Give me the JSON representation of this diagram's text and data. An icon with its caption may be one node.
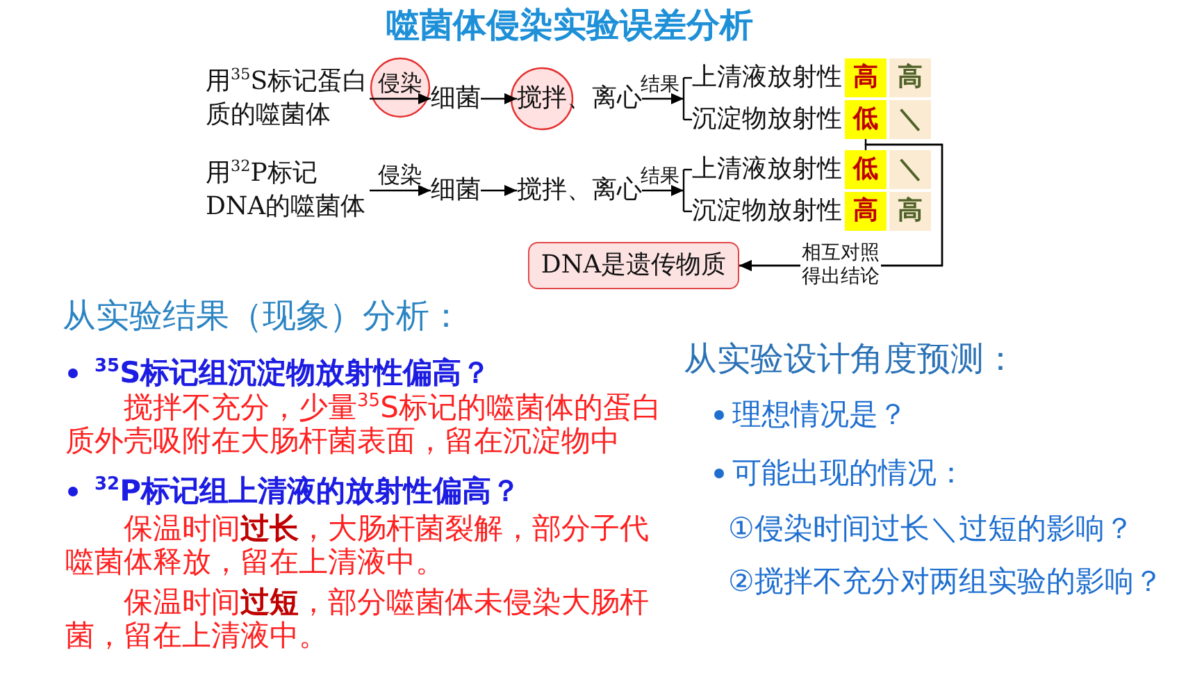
{
  "diagram": {
    "title": "噬菌体侵染实验误差分析",
    "nodes": [
      {
        "text": [
          "用$^{35}$S标记蛋白质的噬菌体"
        ]
      },
      {
        "text": [
          "细菌"
        ]
      },
      {
        "text": [
          "搅拌、离心"
        ]
      },
      {
        "text": [
          "上清液放射性"
        ]
      },
      {
        "text": [
          "高"
        ]
      },
      {
        "text": [
          "高"
        ]
      },
      {
        "text": [
          "沉淀物放射性"
        ]
      },
      {
        "text": [
          "低"
        ]
      },
      {
        "text": [
          "＼"
        ]
      },
      {
        "text": [
          "用$^{32}$P标记DNA的噬菌体"
        ]
      },
      {
        "text": [
          "细菌"
        ]
      },
      {
        "text": [
          "搅拌、离心"
        ]
      },
      {
        "text": [
          "上清液放射性"
        ]
      },
      {
        "text": [
          "低"
        ]
      },
      {
        "text": [
          "＼"
        ]
      },
      {
        "text": [
          "沉淀物放射性"
        ]
      },
      {
        "text": [
          "高"
        ]
      },
      {
        "text": [
          "高"
        ]
      },
      {
        "text": [
          "DNA是遗传物质"
        ]
      }
    ],
    "edges": [
      {
        "from": 0,
        "to": 1,
        "arrow": "to",
        "label": "侵染"
      },
      {
        "from": 1,
        "to": 2,
        "arrow": "to"
      },
      {
        "from": 2,
        "to": 3,
        "arrow": "to",
        "label": "结果"
      },
      {
        "from": 2,
        "to": 6,
        "arrow": "to"
      },
      {
        "from": 9,
        "to": 10,
        "arrow": "to",
        "label": "侵染"
      },
      {
        "from": 10,
        "to": 11,
        "arrow": "to"
      },
      {
        "from": 11,
        "to": 12,
        "arrow": "to",
        "label": "结果"
      },
      {
        "from": 11,
        "to": 15,
        "arrow": "to"
      },
      {
        "from": 7,
        "to": 18,
        "arrow": "to",
        "label": "相互对照得出结论"
      },
      {
        "from": 13,
        "to": 18,
        "arrow": "to"
      }
    ],
    "labels": [
      "从实验结果（现象）分析：",
      "$^{35}$S标记组沉淀物放射性偏高？",
      "搅拌不充分，少量$^{35}$S标记的噬菌体的蛋白质外壳吸附在大肠杆菌表面，留在沉淀物中",
      "$^{32}$P标记组上清液的放射性偏高？",
      "保温时间**过长**，大肠杆菌裂解，部分子代噬菌体释放，留在上清液中。",
      "保温时间**过短**，部分噬菌体未侵染大肠杆菌，留在上清液中。",
      "从实验设计角度预测：",
      "理想情况是？",
      "可能出现的情况：",
      "①侵染时间过长＼过短的影响？",
      "②搅拌不充分对两组实验的影响？"
    ]
  }
}
